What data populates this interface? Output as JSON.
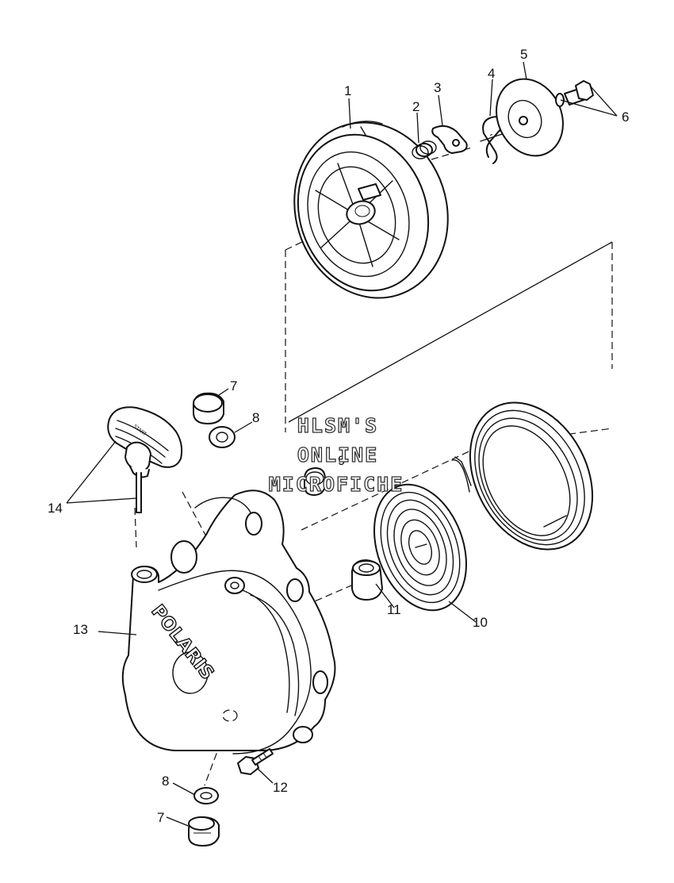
{
  "watermark": {
    "line1": "HLSM'S",
    "line2": "ONLINE",
    "line3": "MICROFICHE"
  },
  "housing_logo": "POLARIS",
  "handle_text": "START",
  "callouts": {
    "c1": "1",
    "c2": "2",
    "c3": "3",
    "c4": "4",
    "c5": "5",
    "c6": "6",
    "c7_top": "7",
    "c8_top": "8",
    "c9": "9",
    "c10": "10",
    "c11": "11",
    "c12": "12",
    "c13": "13",
    "c14": "14",
    "c8_bottom": "8",
    "c7_bottom": "7"
  }
}
